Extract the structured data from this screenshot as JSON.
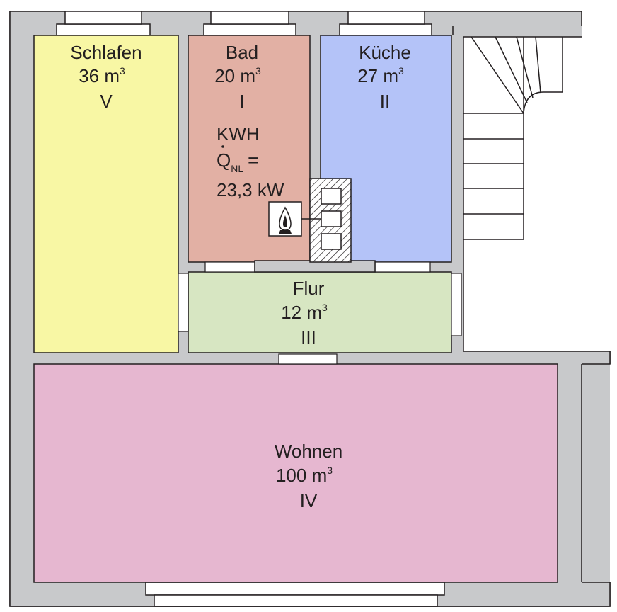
{
  "colors": {
    "wall": "#c8c9cb",
    "wall_line": "#231f20",
    "schlafen": "#f8f7a4",
    "bad": "#e2b0a4",
    "kueche": "#b4c3f8",
    "flur": "#d7e6c2",
    "wohnen": "#e6b7d0"
  },
  "rooms": {
    "schlafen": {
      "name": "Schlafen",
      "volume": "36 m",
      "exp": "3",
      "numeral": "V"
    },
    "bad": {
      "name": "Bad",
      "volume": "20 m",
      "exp": "3",
      "numeral": "I"
    },
    "kueche": {
      "name": "Küche",
      "volume": "27 m",
      "exp": "3",
      "numeral": "II"
    },
    "flur": {
      "name": "Flur",
      "volume": "12 m",
      "exp": "3",
      "numeral": "III"
    },
    "wohnen": {
      "name": "Wohnen",
      "volume": "100 m",
      "exp": "3",
      "numeral": "IV"
    }
  },
  "boiler": {
    "name": "KWH",
    "symbol": "Q",
    "subscript": "NL",
    "equals": "=",
    "value": "23,3 kW"
  },
  "icons": [
    "flame-icon",
    "stair-icon",
    "chimney-icon"
  ]
}
